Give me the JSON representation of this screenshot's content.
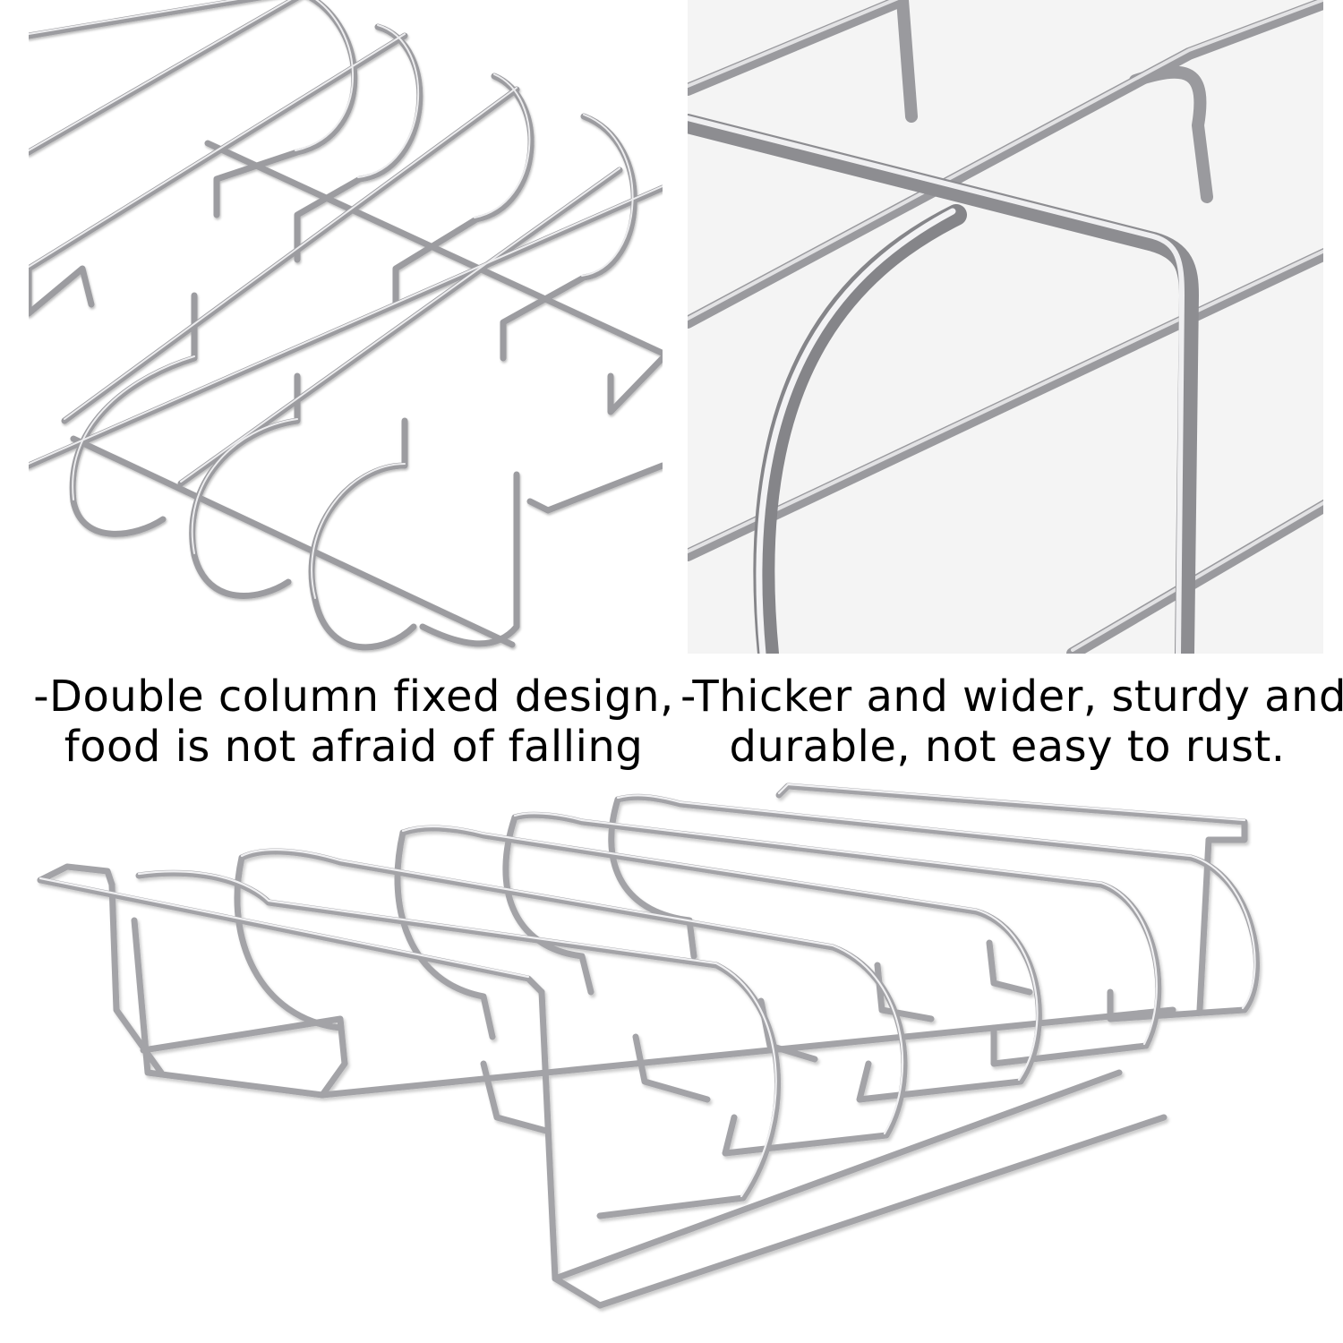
{
  "captions": {
    "left": {
      "line1": "-Double column fixed design,",
      "line2": "food is not afraid of falling"
    },
    "right": {
      "line1": "-Thicker and wider, sturdy and",
      "line2": "durable, not easy to rust."
    }
  },
  "colors": {
    "background": "#ffffff",
    "caption_text": "#000000",
    "wire": "#a9a9ab",
    "wire_highlight": "#e8e8ea",
    "wire_shadow": "#6e6e72",
    "closeup_background": "#f4f4f4"
  },
  "images": [
    {
      "name": "rib-rack-closeup-hooks",
      "subject": "stainless steel rib rack wire hooks"
    },
    {
      "name": "rib-rack-closeup-joint",
      "subject": "stainless steel rib rack welded joint"
    },
    {
      "name": "rib-rack-full-view",
      "subject": "stainless steel rib rack"
    }
  ]
}
